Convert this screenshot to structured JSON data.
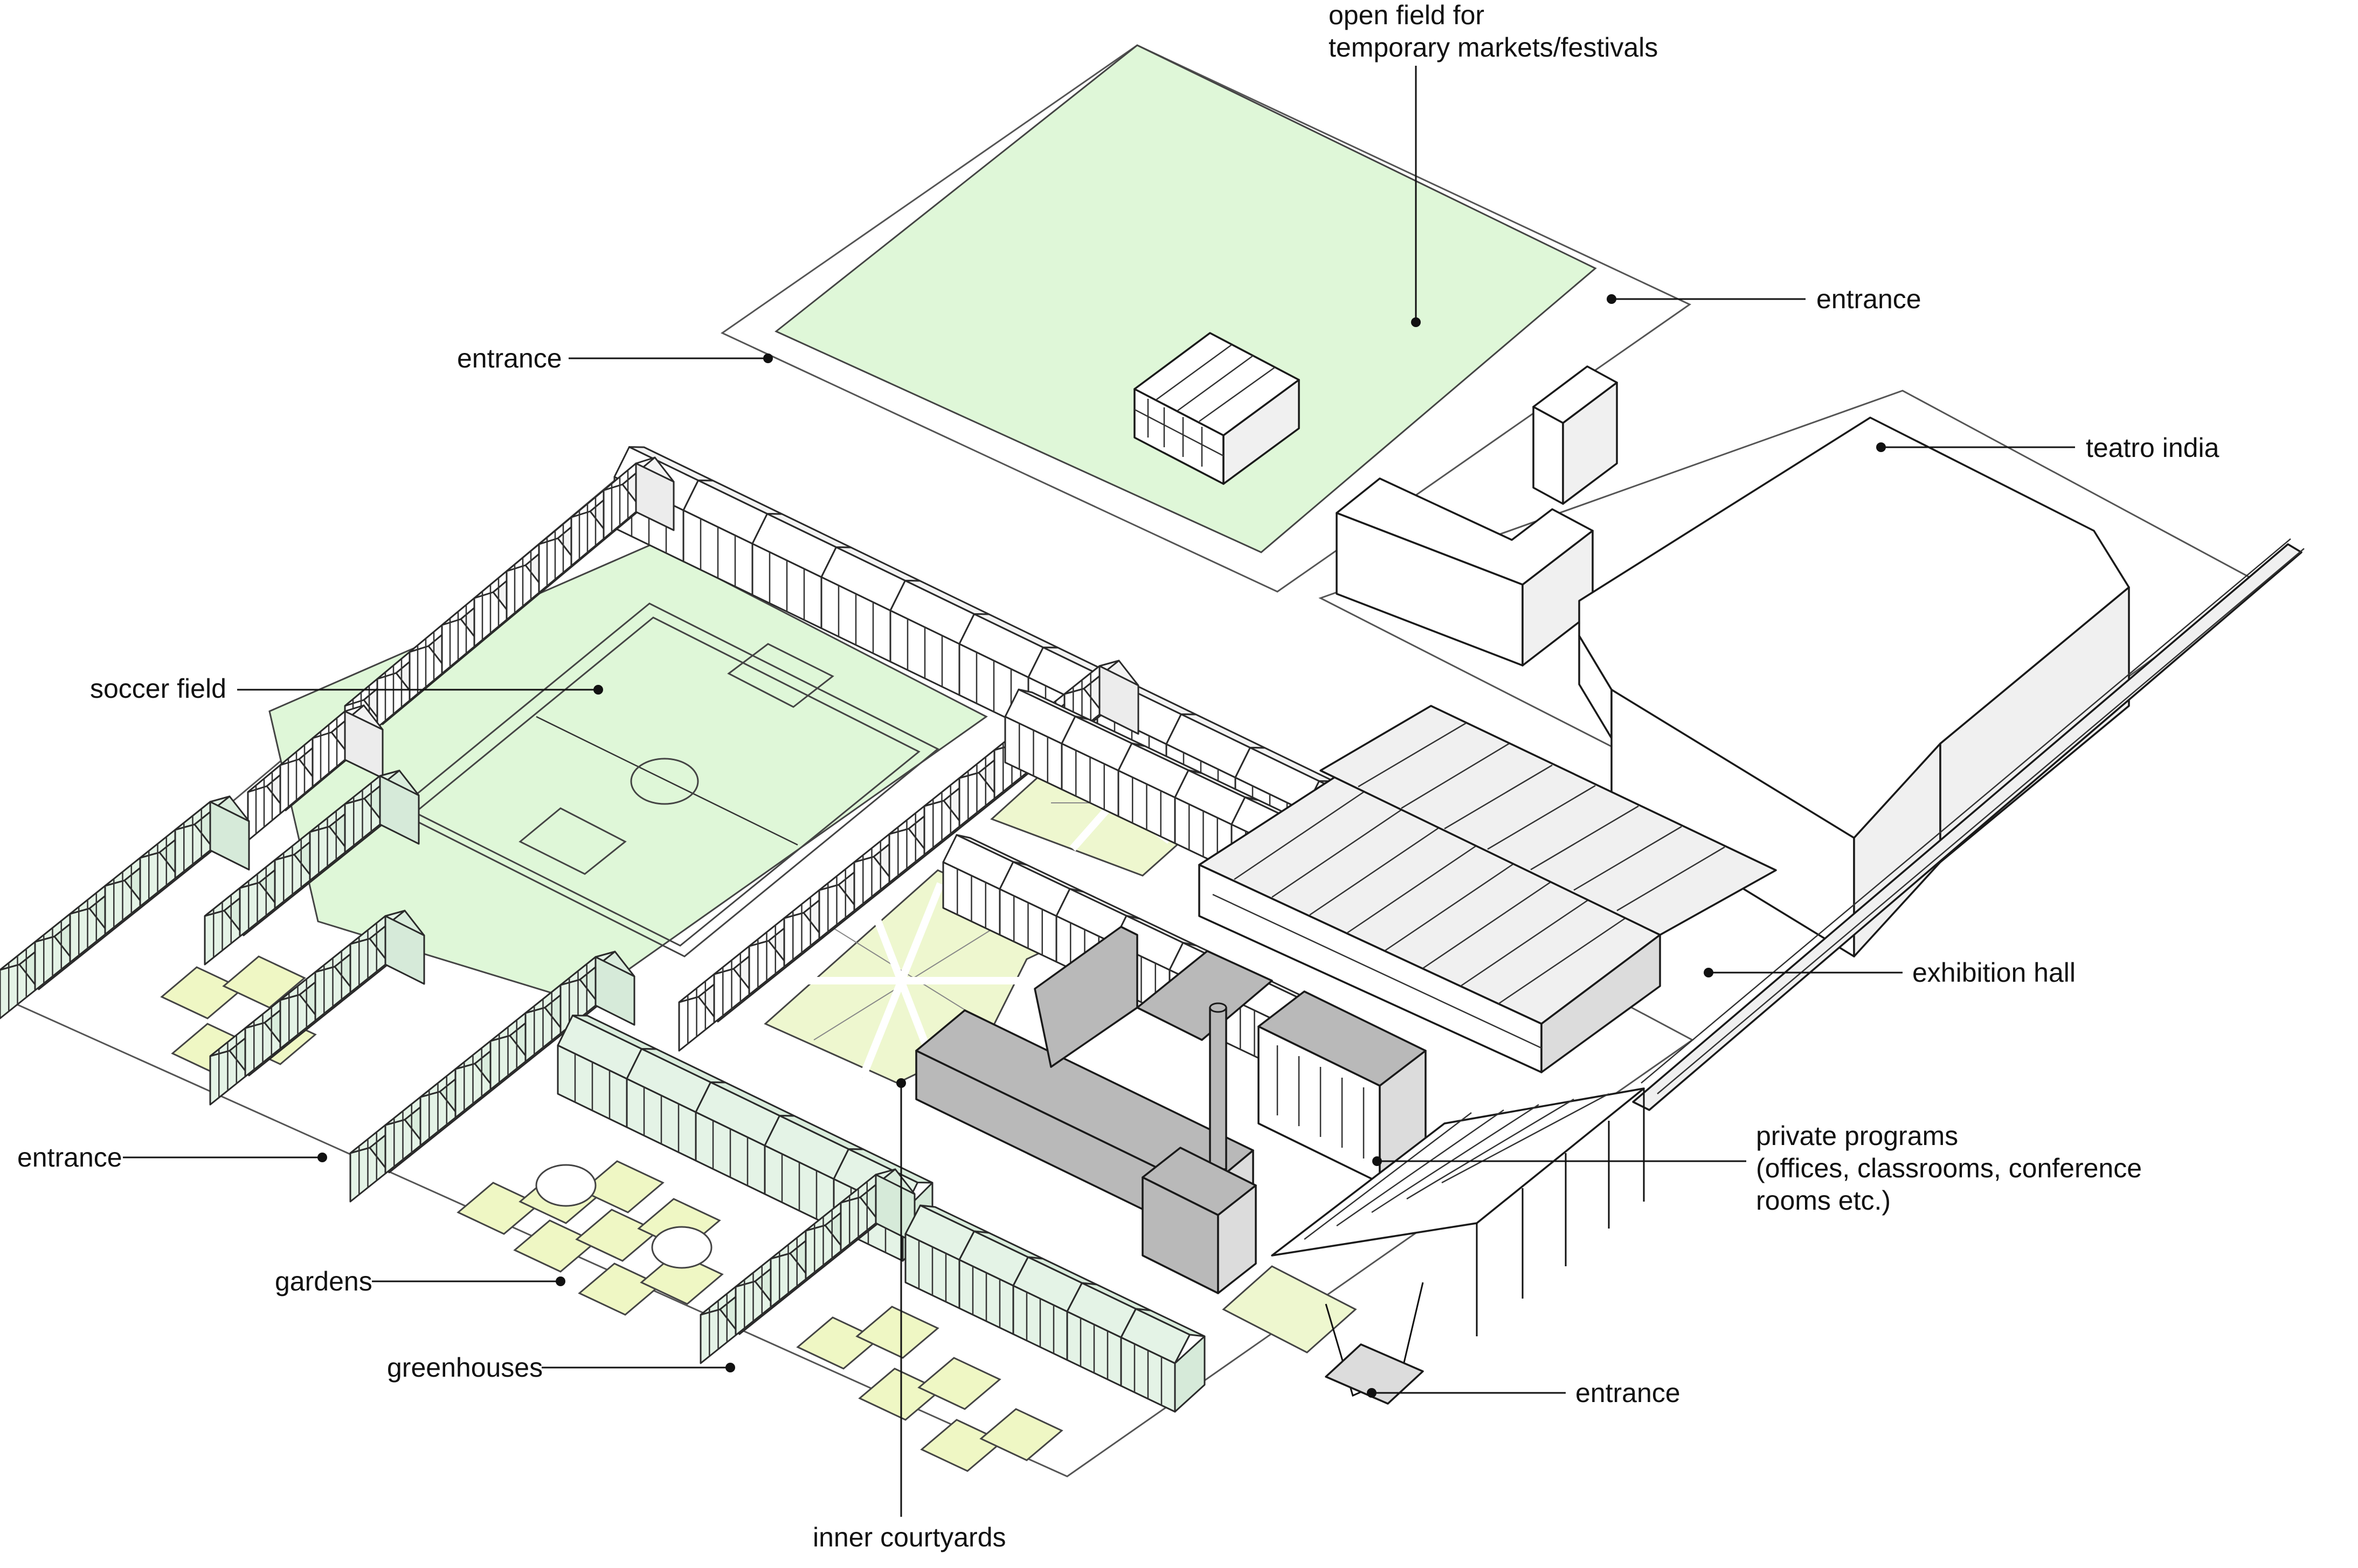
{
  "colors": {
    "field_green": "#dff7d8",
    "courtyard_green": "#eef7cf",
    "garden_green": "#eff7c4",
    "greenhouse_tint": "#e4f3e6",
    "building_grey": "#b9b9b9",
    "line": "#111111"
  },
  "labels": {
    "open_field": "open field for temporary markets/festivals",
    "entrance_top_left": "entrance",
    "entrance_top_right": "entrance",
    "teatro_india": "teatro india",
    "soccer_field": "soccer field",
    "exhibition_hall": "exhibition hall",
    "entrance_left": "entrance",
    "private_programs": "private programs (offices, classrooms, conference rooms etc.)",
    "gardens": "gardens",
    "greenhouses": "greenhouses",
    "entrance_bottom": "entrance",
    "inner_courtyards": "inner courtyards"
  }
}
